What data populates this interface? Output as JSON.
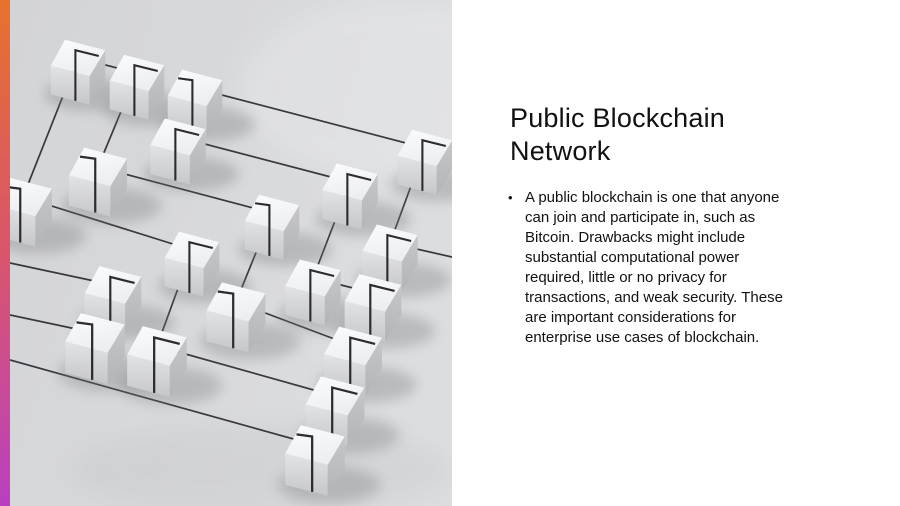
{
  "slide": {
    "title_lines": [
      "Public Blockchain",
      "Network"
    ],
    "bullet_char": "•",
    "bullet_lines": [
      "A public blockchain is one that anyone",
      "can join and participate in, such as",
      "Bitcoin. Drawbacks might include",
      "substantial computational power",
      "required, little or no privacy for",
      "transactions, and weak security. These",
      "are important considerations for",
      "enterprise use cases of blockchain."
    ],
    "illustration_name": "blockchain-cubes-network",
    "colors": {
      "accent_gradient_top": "#e8722c",
      "accent_gradient_middle": "#d9556c",
      "accent_gradient_bottom": "#ba3fc1",
      "image_background": "#d6d7da",
      "cube_top_face": "#f7f8f9",
      "cube_left_face": "#d8d9db",
      "cube_right_face": "#bdbec2",
      "connector_line": "#2b2b31",
      "text": "#111111",
      "panel_background": "#ffffff"
    }
  }
}
